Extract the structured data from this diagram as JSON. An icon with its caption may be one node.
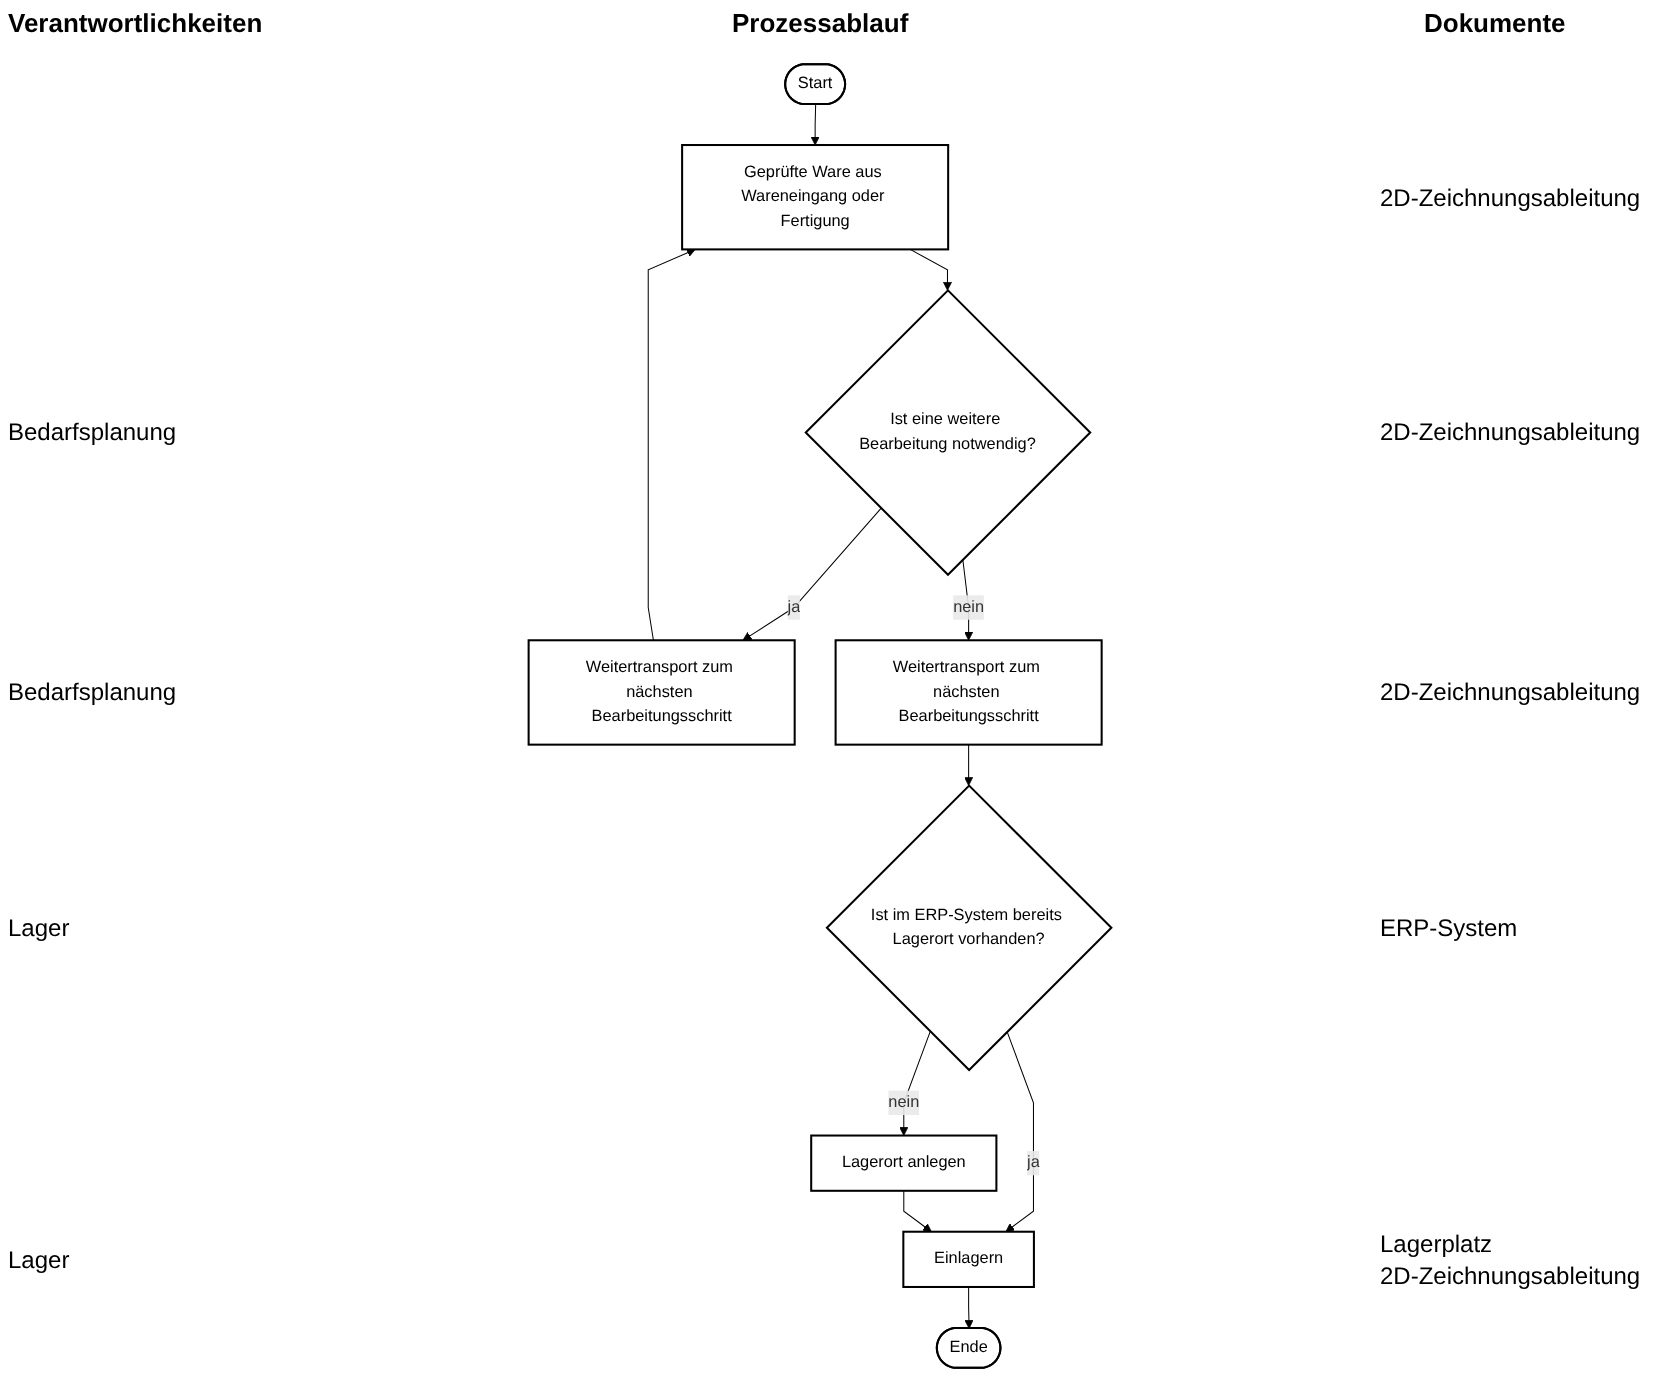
{
  "diagram": {
    "nodes": [
      {
        "text": [
          "Start"
        ]
      },
      {
        "text": [
          "Geprüfte Ware aus Wareneingang oder Fertigung"
        ]
      },
      {
        "text": [
          "Ist eine weitere Bearbeitung notwendig?"
        ]
      },
      {
        "text": [
          "Weitertransport zum nächsten Bearbeitungsschritt"
        ]
      },
      {
        "text": [
          "Weitertransport zum nächsten Bearbeitungsschritt"
        ]
      },
      {
        "text": [
          "Ist im ERP-System bereits Lagerort vorhanden?"
        ]
      },
      {
        "text": [
          "Lagerort anlegen"
        ]
      },
      {
        "text": [
          "Einlagern"
        ]
      },
      {
        "text": [
          "Ende"
        ]
      }
    ],
    "edges": [
      {
        "from": 0,
        "to": 1,
        "arrow": "to"
      },
      {
        "from": 1,
        "to": 2,
        "arrow": "to"
      },
      {
        "from": 2,
        "to": 3,
        "arrow": "to",
        "label": "ja"
      },
      {
        "from": 3,
        "to": 1,
        "arrow": "to"
      },
      {
        "from": 2,
        "to": 4,
        "arrow": "to",
        "label": "nein"
      },
      {
        "from": 4,
        "to": 5,
        "arrow": "to"
      },
      {
        "from": 5,
        "to": 6,
        "arrow": "to",
        "label": "nein"
      },
      {
        "from": 5,
        "to": 7,
        "arrow": "to",
        "label": "ja"
      },
      {
        "from": 6,
        "to": 7,
        "arrow": "to"
      },
      {
        "from": 7,
        "to": 8,
        "arrow": "to"
      }
    ],
    "labels": [
      "Verantwortlichkeiten",
      "Prozessablauf",
      "Dokumente",
      "2D-Zeichnungsableitung",
      "Bedarfsplanung",
      "2D-Zeichnungsableitung",
      "Bedarfsplanung",
      "2D-Zeichnungsableitung",
      "Lager",
      "ERP-System",
      "Lager",
      "Lagerplatz",
      "2D-Zeichnungsableitung"
    ]
  }
}
